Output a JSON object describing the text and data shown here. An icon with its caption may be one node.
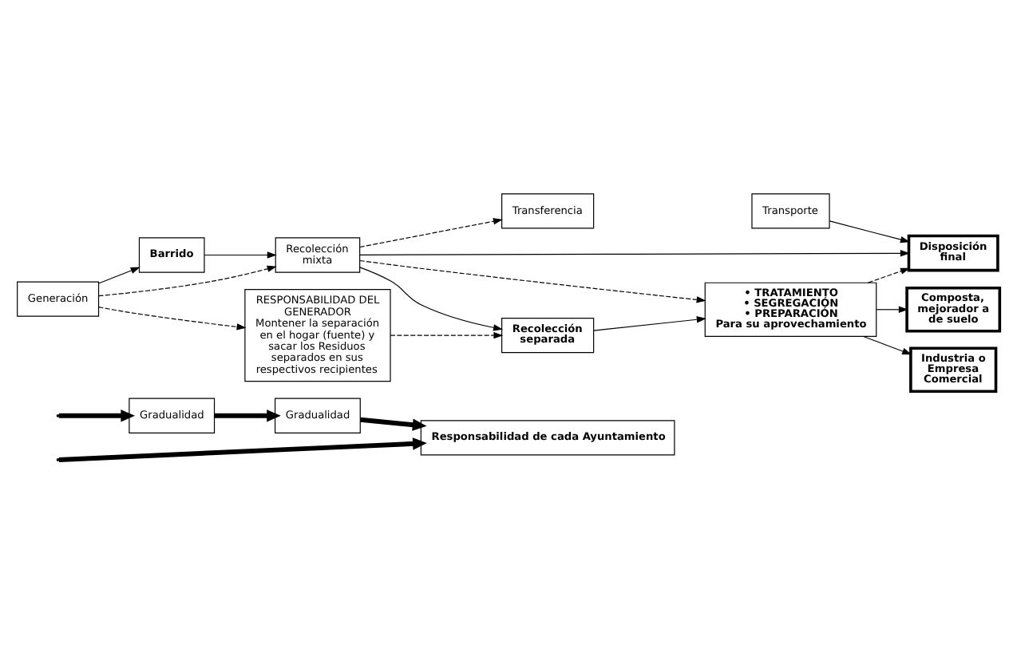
{
  "diagram": {
    "nodes": [
      {
        "text": [
          "Responsabilidad de cada Ayuntamiento"
        ]
      },
      {
        "text": [
          "Barrido"
        ]
      },
      {
        "text": [
          "Transferencia"
        ]
      },
      {
        "text": [
          "Transporte"
        ]
      },
      {
        "text": [
          "Disposición final"
        ]
      },
      {
        "text": [
          "Generación"
        ]
      },
      {
        "text": [
          "Recolección mixta"
        ]
      },
      {
        "text": [
          "Composta, mejorador a de suelo"
        ]
      },
      {
        "text": [
          "• TRATAMIENTO",
          "• SEGREGACIÓN",
          "• PREPARACIÓN",
          "Para su aprovechamiento"
        ]
      },
      {
        "text": [
          "Gradualidad"
        ]
      },
      {
        "text": [
          "RESPONSABILIDAD DEL GENERADOR",
          "Montener la separación en el hogar (fuente) y sacar los Residuos separados en sus respectivos recipientes"
        ]
      },
      {
        "text": [
          "Recolección separada"
        ]
      },
      {
        "text": [
          "Industria o Empresa Comercial"
        ]
      },
      {
        "text": [
          "Gradualidad"
        ]
      }
    ],
    "edges": [
      {
        "from": 5,
        "to": 1,
        "arrow": "to"
      },
      {
        "from": 5,
        "to": 6,
        "arrow": "to",
        "style": "dashed"
      },
      {
        "from": 5,
        "to": 10,
        "arrow": "to",
        "style": "dashed"
      },
      {
        "from": 1,
        "to": 6,
        "arrow": "to"
      },
      {
        "from": 6,
        "to": 2,
        "arrow": "to",
        "style": "dashed"
      },
      {
        "from": 3,
        "to": 4,
        "arrow": "to"
      },
      {
        "from": 6,
        "to": 4,
        "arrow": "to"
      },
      {
        "from": 6,
        "to": 11,
        "arrow": "to"
      },
      {
        "from": 6,
        "to": 8,
        "arrow": "to",
        "style": "dashed"
      },
      {
        "from": 10,
        "to": 11,
        "arrow": "to",
        "style": "dashed"
      },
      {
        "from": 11,
        "to": 8,
        "arrow": "to"
      },
      {
        "from": 8,
        "to": 4,
        "arrow": "to",
        "style": "dashed"
      },
      {
        "from": 8,
        "to": 7,
        "arrow": "to"
      },
      {
        "from": 8,
        "to": 12,
        "arrow": "to"
      },
      {
        "from": 13,
        "to": 9,
        "arrow": "to",
        "style": "thick"
      },
      {
        "from": 9,
        "to": 0,
        "arrow": "to",
        "style": "thick"
      },
      {
        "from": null,
        "to": 0,
        "arrow": "to",
        "style": "thick"
      },
      {
        "from": null,
        "to": 13,
        "arrow": "to",
        "style": "thick"
      }
    ]
  }
}
